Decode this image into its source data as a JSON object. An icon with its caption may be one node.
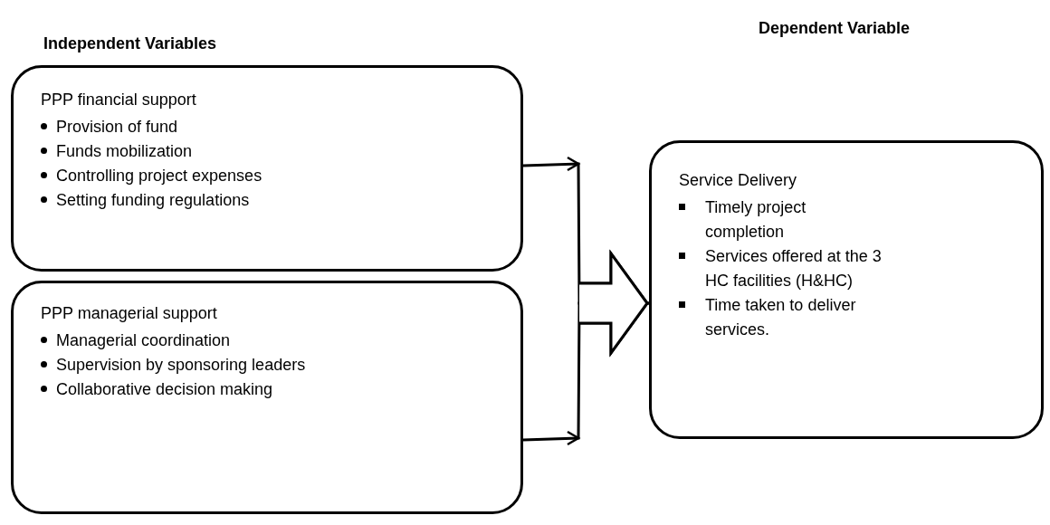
{
  "diagram": {
    "nodes": [
      {
        "text": [
          "PPP financial support",
          "Provision of fund",
          "Funds mobilization",
          "Controlling project expenses",
          "Setting funding regulations"
        ]
      },
      {
        "text": [
          "PPP managerial support",
          "Managerial coordination",
          "Supervision by sponsoring leaders",
          "Collaborative decision making"
        ]
      },
      {
        "text": [
          "Service Delivery",
          "Timely project completion",
          "Services offered at the 3 HC facilities (H&HC)",
          "Time taken to deliver services."
        ]
      }
    ],
    "edges": [
      {
        "from": 0,
        "to": 2,
        "arrow": "to"
      },
      {
        "from": 1,
        "to": 2,
        "arrow": "to"
      }
    ],
    "labels": [
      "Independent Variables",
      "Dependent Variable"
    ]
  }
}
